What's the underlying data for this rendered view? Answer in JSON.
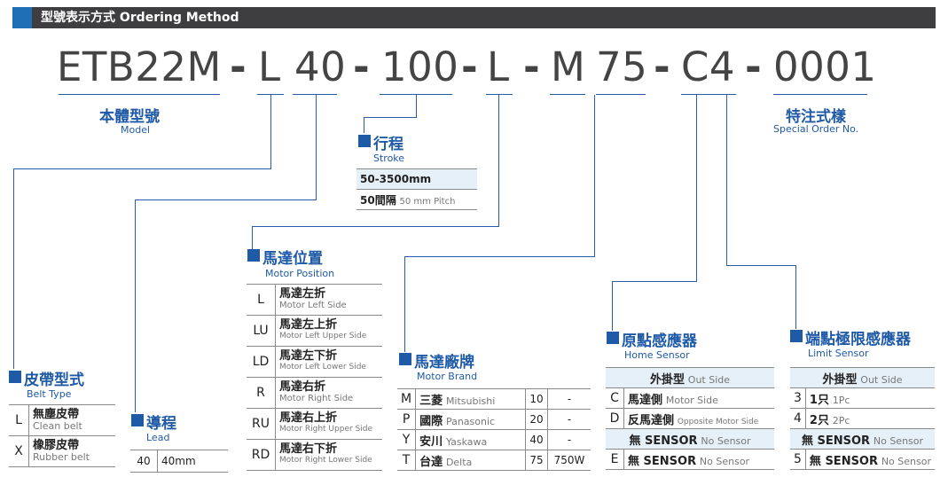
{
  "header": {
    "title": "型號表示方式 Ordering Method"
  },
  "code": {
    "parts": [
      "ETB22M",
      "L",
      "40",
      "100",
      "L",
      "M",
      "75",
      "C4",
      "0001"
    ],
    "separator": "-"
  },
  "model": {
    "zh": "本體型號",
    "en": "Model"
  },
  "special": {
    "zh": "特注式樣",
    "en": "Special Order No."
  },
  "stroke": {
    "zh": "行程",
    "en": "Stroke",
    "rows": [
      {
        "main": "50-3500mm",
        "sub": ""
      },
      {
        "main": "50間隔",
        "sub": "50 mm Pitch"
      }
    ]
  },
  "belt": {
    "zh": "皮帶型式",
    "en": "Belt Type",
    "rows": [
      {
        "code": "L",
        "zh": "無塵皮帶",
        "en": "Clean belt"
      },
      {
        "code": "X",
        "zh": "橡膠皮帶",
        "en": "Rubber belt"
      }
    ]
  },
  "lead": {
    "zh": "導程",
    "en": "Lead",
    "rows": [
      {
        "code": "40",
        "value": "40mm"
      }
    ]
  },
  "motor_position": {
    "zh": "馬達位置",
    "en": "Motor Position",
    "rows": [
      {
        "code": "L",
        "zh": "馬達左折",
        "en": "Motor Left Side"
      },
      {
        "code": "LU",
        "zh": "馬達左上折",
        "en": "Motor Left Upper Side"
      },
      {
        "code": "LD",
        "zh": "馬達左下折",
        "en": "Motor Left Lower Side"
      },
      {
        "code": "R",
        "zh": "馬達右折",
        "en": "Motor Right Side"
      },
      {
        "code": "RU",
        "zh": "馬達右上折",
        "en": "Motor Right Upper Side"
      },
      {
        "code": "RD",
        "zh": "馬達右下折",
        "en": "Motor Right Lower Side"
      }
    ]
  },
  "motor_brand": {
    "zh": "馬達廠牌",
    "en": "Motor Brand",
    "rows": [
      {
        "code": "M",
        "zh": "三菱",
        "en": "Mitsubishi",
        "num": "10",
        "power": "-"
      },
      {
        "code": "P",
        "zh": "國際",
        "en": "Panasonic",
        "num": "20",
        "power": "-"
      },
      {
        "code": "Y",
        "zh": "安川",
        "en": "Yaskawa",
        "num": "40",
        "power": "-"
      },
      {
        "code": "T",
        "zh": "台達",
        "en": "Delta",
        "num": "75",
        "power": "750W"
      }
    ]
  },
  "home_sensor": {
    "zh": "原點感應器",
    "en": "Home Sensor",
    "head": {
      "zh": "外掛型",
      "en": "Out Side"
    },
    "rows": [
      {
        "code": "C",
        "zh": "馬達側",
        "en": "Motor Side"
      },
      {
        "code": "D",
        "zh": "反馬達側",
        "en": "Opposite Motor Side"
      },
      {
        "code": "",
        "zh": "無 SENSOR",
        "en": "No Sensor"
      },
      {
        "code": "E",
        "zh": "無 SENSOR",
        "en": "No Sensor"
      }
    ]
  },
  "limit_sensor": {
    "zh": "端點極限感應器",
    "en": "Limit Sensor",
    "head": {
      "zh": "外掛型",
      "en": "Out Side"
    },
    "rows": [
      {
        "code": "3",
        "zh": "1只",
        "en": "1Pc"
      },
      {
        "code": "4",
        "zh": "2只",
        "en": "2Pc"
      },
      {
        "code": "",
        "zh": "無 SENSOR",
        "en": "No Sensor"
      },
      {
        "code": "5",
        "zh": "無 SENSOR",
        "en": "No Sensor"
      }
    ]
  }
}
